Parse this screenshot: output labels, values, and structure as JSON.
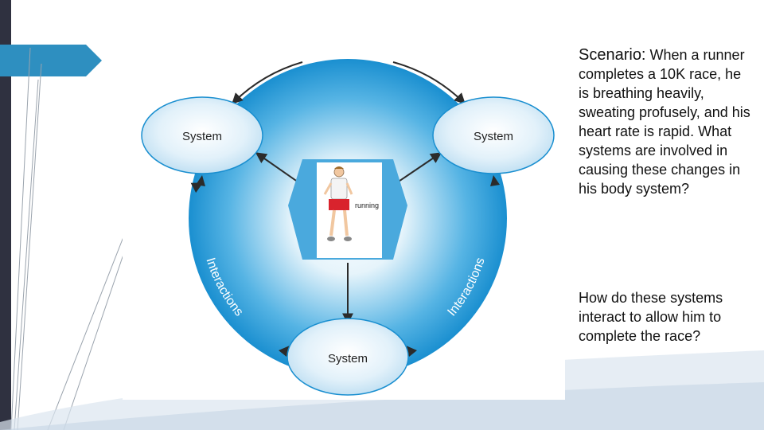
{
  "diagram": {
    "outer_labels": [
      "Interactions",
      "Interactions",
      "Interactions"
    ],
    "systems": [
      "System",
      "System",
      "System"
    ],
    "center_label": "running"
  },
  "text": {
    "scenario_label": "Scenario:",
    "scenario_body": " When a runner completes a 10K race, he is breathing heavily, sweating profusely, and his heart rate is rapid.  What systems are involved in causing these changes in his body system?",
    "question": "How do these systems interact to allow him to complete the race?"
  },
  "colors": {
    "ring_dark": "#1a8fd0",
    "ring_light": "#e6f4fb",
    "system_fill": "#d7ecf8",
    "arrow": "#2b2b2b",
    "shorts": "#d9232d"
  }
}
